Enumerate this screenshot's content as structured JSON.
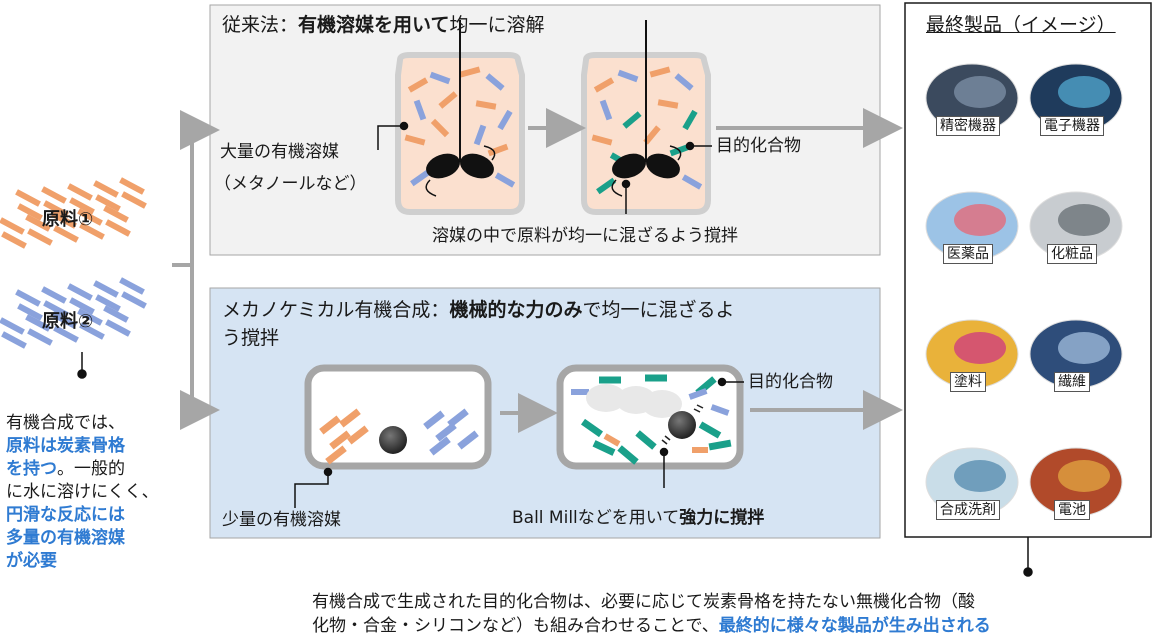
{
  "materials": {
    "raw1": "原料①",
    "raw2": "原料②"
  },
  "left_note": {
    "line1": "有機合成では、",
    "line2a": "原料は炭素骨格",
    "line3a": "を持つ",
    "line3b": "。一般的",
    "line4": "に水に溶けにくく、",
    "line5": "円滑な反応には",
    "line6": "多量の有機溶媒",
    "line7": "が必要"
  },
  "conventional": {
    "title_prefix": "従来法：",
    "title_bold": "有機溶媒を用いて",
    "title_suffix": "均一に溶解",
    "solvent_label_1": "大量の有機溶媒",
    "solvent_label_2": "（メタノールなど）",
    "target_label": "目的化合物",
    "stir_label": "溶媒の中で原料が均一に混ざるよう撹拌"
  },
  "mechano": {
    "title_prefix": "メカノケミカル有機合成：",
    "title_bold": "機械的な力のみ",
    "title_suffix": "で均一に混ざるよ",
    "title_line2": "う撹拌",
    "solvent_label": "少量の有機溶媒",
    "target_label": "目的化合物",
    "mill_prefix": "Ball Millなどを用いて",
    "mill_bold": "強力に撹拌"
  },
  "products": {
    "title": "最終製品（イメージ）",
    "items": [
      "精密機器",
      "電子機器",
      "医薬品",
      "化粧品",
      "塗料",
      "繊維",
      "合成洗剤",
      "電池"
    ]
  },
  "bottom_note": {
    "line1": "有機合成で生成された目的化合物は、必要に応じて炭素骨格を持たない無機化合物（酸",
    "line2a": "化物・合金・シリコンなど）も組み合わせることで、",
    "line2b": "最終的に様々な製品が生み出される"
  },
  "colors": {
    "raw1": "#f0a06a",
    "raw2": "#8aa2dc",
    "product": "#1aa08a",
    "accent": "#2f7bd2",
    "conv_bg": "#f2f2f2",
    "mech_bg": "#d6e4f3"
  }
}
